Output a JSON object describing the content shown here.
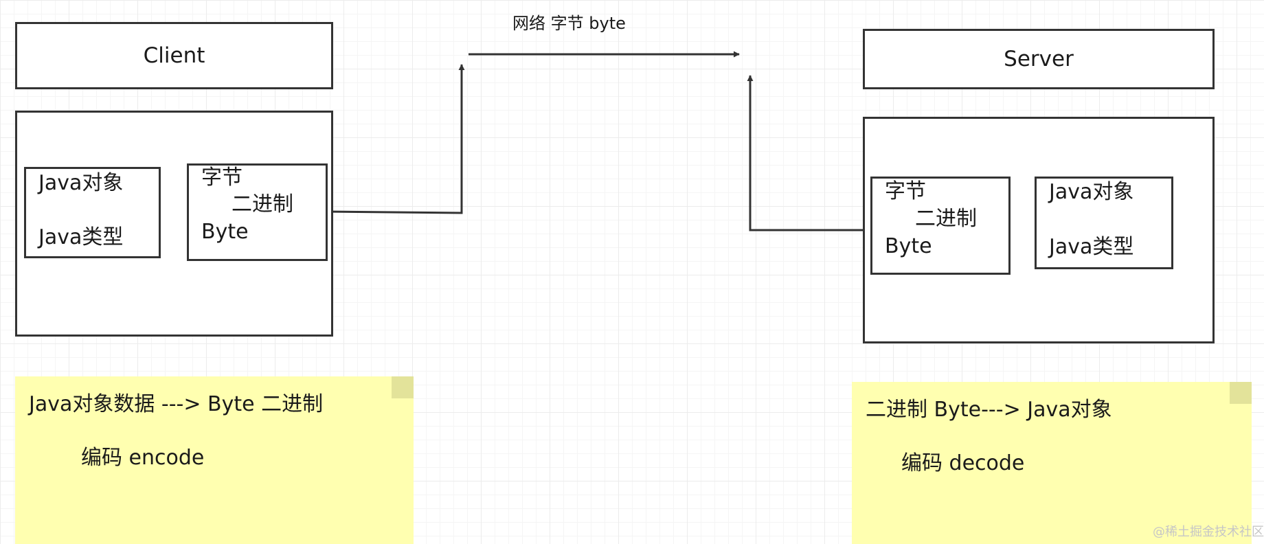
{
  "network": {
    "label": "网络 字节 byte"
  },
  "client": {
    "title": "Client",
    "object_box": {
      "line1": "Java对象",
      "line2": "Java类型"
    },
    "byte_box": {
      "line1": "字节",
      "line2": "二进制",
      "line3": "Byte"
    }
  },
  "server": {
    "title": "Server",
    "byte_box": {
      "line1": "字节",
      "line2": "二进制",
      "line3": "Byte"
    },
    "object_box": {
      "line1": "Java对象",
      "line2": "Java类型"
    }
  },
  "notes": {
    "encode": {
      "line1": "Java对象数据   ---> Byte 二进制",
      "line2": "编码 encode"
    },
    "decode": {
      "line1": "二进制 Byte---> Java对象",
      "line2": "编码 decode"
    }
  },
  "watermark": "@稀土掘金技术社区",
  "colors": {
    "stroke": "#333333",
    "note_fill": "#ffffb0",
    "note_fold": "#e3e39a"
  }
}
